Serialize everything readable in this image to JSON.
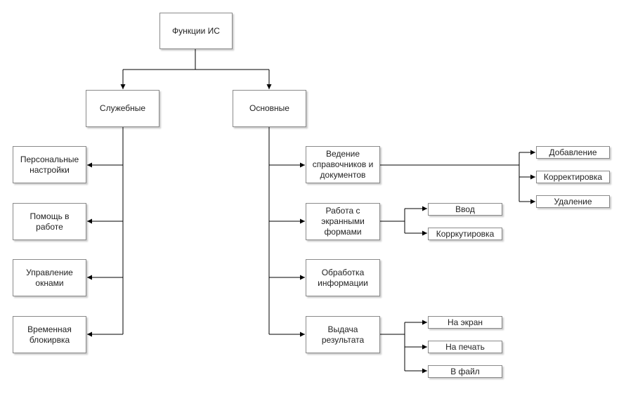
{
  "diagram": {
    "root": {
      "label": "Функции ИС"
    },
    "service": {
      "label": "Служебные",
      "children": [
        "Персональные\nнастройки",
        "Помощь в\nработе",
        "Управление\nокнами",
        "Временная\nблокирвка"
      ]
    },
    "main": {
      "label": "Основные",
      "children": [
        {
          "label": "Ведение\nсправочников и\nдокументов",
          "children": [
            "Добавление",
            "Корректировка",
            "Удаление"
          ]
        },
        {
          "label": "Работа с\nэкранными\nформами",
          "children": [
            "Ввод",
            "Корркутировка"
          ]
        },
        {
          "label": "Обработка\nинформации",
          "children": []
        },
        {
          "label": "Выдача\nрезультата",
          "children": [
            "На экран",
            "На печать",
            "В файл"
          ]
        }
      ]
    },
    "colors": {
      "line": "#000000",
      "border": "#8a8a8a",
      "text": "#222222"
    }
  }
}
